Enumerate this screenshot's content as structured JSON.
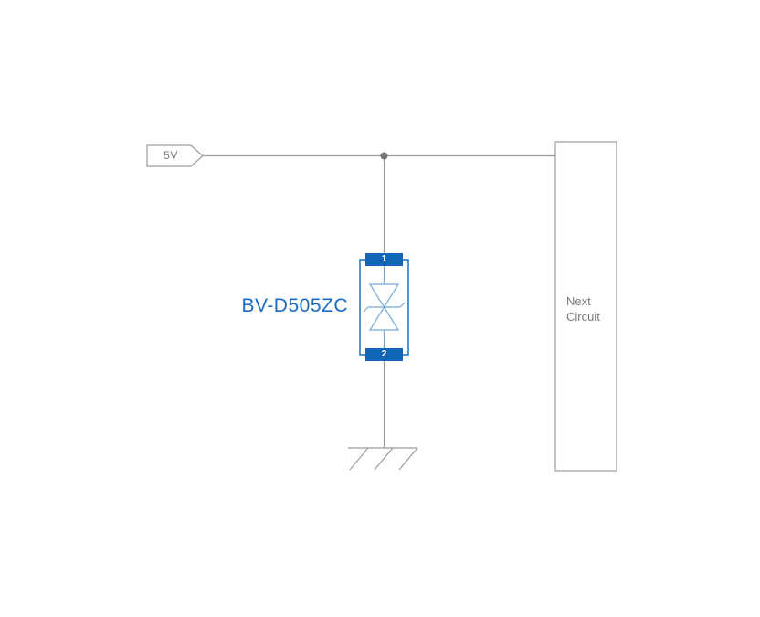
{
  "schematic": {
    "power_net": {
      "label": "5V"
    },
    "protection_device": {
      "ref": "BV-D505ZC",
      "pin_top": "1",
      "pin_bottom": "2"
    },
    "next_circuit": {
      "line1": "Next",
      "line2": "Circuit"
    },
    "colors": {
      "wire_gray": "#9b9b9b",
      "text_gray": "#7a7a7a",
      "device_blue": "#1266b8",
      "device_symbol_blue": "#74a9d8",
      "label_blue": "#1a6cc2",
      "junction_gray": "#757575"
    },
    "icons": {
      "power_flag": "net-flag-icon",
      "ground": "chassis-ground-icon"
    }
  }
}
